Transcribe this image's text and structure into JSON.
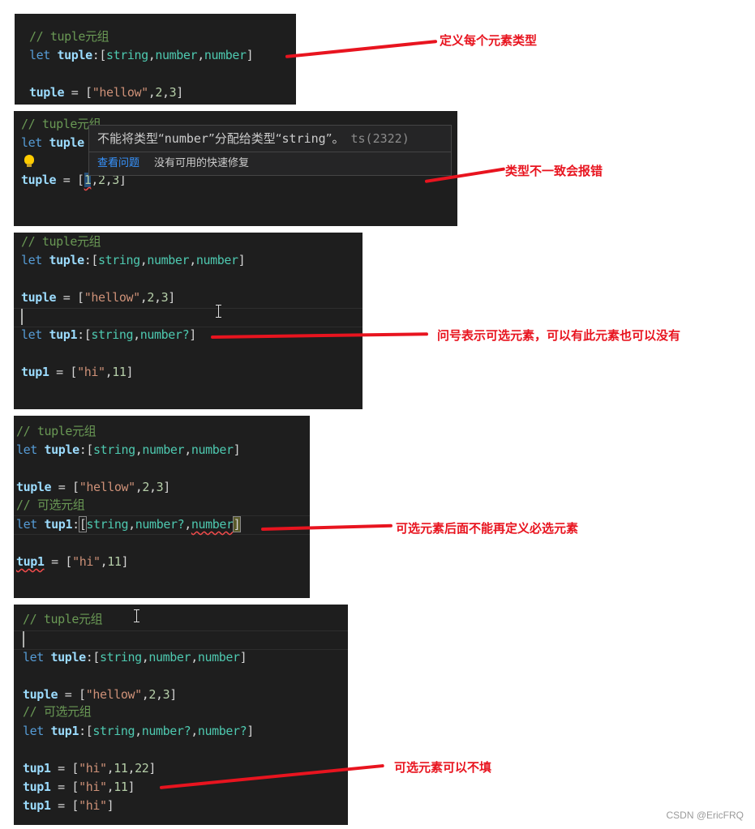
{
  "panels": [
    {
      "lines": {
        "l1": {
          "comment": "// tuple元组"
        },
        "l2": {
          "kw": "let",
          "name": "tuple",
          "colon": ":[",
          "t1": "string",
          "c1": ",",
          "t2": "number",
          "c2": ",",
          "t3": "number",
          "end": "]"
        },
        "l3": {
          "name": "tuple",
          "eq": " = [",
          "s": "\"hellow\"",
          "c1": ",",
          "n1": "2",
          "c2": ",",
          "n2": "3",
          "end": "]"
        }
      },
      "note": "定义每个元素类型"
    },
    {
      "lines": {
        "l1": {
          "comment": "// tuple元组"
        },
        "l2": {
          "kw": "let",
          "name": "tuple"
        },
        "l3": {
          "name": "tuple",
          "eq": " = [",
          "n0": "1",
          "c1": ",",
          "n1": "2",
          "c2": ",",
          "n2": "3",
          "end": "]"
        }
      },
      "hover": {
        "message_pre": "不能将类型“",
        "message_type1": "number",
        "message_mid": "”分配给类型“",
        "message_type2": "string",
        "message_post": "”。",
        "code": "ts(2322)",
        "view_problem": "查看问题",
        "no_fix": "没有可用的快速修复"
      },
      "note": "类型不一致会报错"
    },
    {
      "lines": {
        "l1": {
          "comment": "// tuple元组"
        },
        "l2": {
          "kw": "let",
          "name": "tuple",
          "colon": ":[",
          "t1": "string",
          "c1": ",",
          "t2": "number",
          "c2": ",",
          "t3": "number",
          "end": "]"
        },
        "l3": {
          "name": "tuple",
          "eq": " = [",
          "s": "\"hellow\"",
          "c1": ",",
          "n1": "2",
          "c2": ",",
          "n2": "3",
          "end": "]"
        },
        "l5": {
          "kw": "let",
          "name": "tup1",
          "colon": ":[",
          "t1": "string",
          "c1": ",",
          "t2": "number?",
          "end": "]"
        },
        "l7": {
          "name": "tup1",
          "eq": " = [",
          "s": "\"hi\"",
          "c1": ",",
          "n1": "11",
          "end": "]"
        }
      },
      "note": "问号表示可选元素，可以有此元素也可以没有"
    },
    {
      "lines": {
        "l1": {
          "comment": "// tuple元组"
        },
        "l2": {
          "kw": "let",
          "name": "tuple",
          "colon": ":[",
          "t1": "string",
          "c1": ",",
          "t2": "number",
          "c2": ",",
          "t3": "number",
          "end": "]"
        },
        "l3": {
          "name": "tuple",
          "eq": " = [",
          "s": "\"hellow\"",
          "c1": ",",
          "n1": "2",
          "c2": ",",
          "n2": "3",
          "end": "]"
        },
        "l4": {
          "comment": "// 可选元组"
        },
        "l5": {
          "kw": "let",
          "name": "tup1",
          "colon": ":",
          "open": "[",
          "t1": "string",
          "c1": ",",
          "t2": "number?",
          "c2": ",",
          "t3": "number",
          "end": "]"
        },
        "l7": {
          "name": "tup1",
          "eq": " = [",
          "s": "\"hi\"",
          "c1": ",",
          "n1": "11",
          "end": "]"
        }
      },
      "note": "可选元素后面不能再定义必选元素"
    },
    {
      "lines": {
        "l1": {
          "comment": "// tuple元组"
        },
        "l3": {
          "kw": "let",
          "name": "tuple",
          "colon": ":[",
          "t1": "string",
          "c1": ",",
          "t2": "number",
          "c2": ",",
          "t3": "number",
          "end": "]"
        },
        "l5": {
          "name": "tuple",
          "eq": " = [",
          "s": "\"hellow\"",
          "c1": ",",
          "n1": "2",
          "c2": ",",
          "n2": "3",
          "end": "]"
        },
        "l6": {
          "comment": "// 可选元组"
        },
        "l7": {
          "kw": "let",
          "name": "tup1",
          "colon": ":[",
          "t1": "string",
          "c1": ",",
          "t2": "number?",
          "c2": ",",
          "t3": "number?",
          "end": "]"
        },
        "l9": {
          "name": "tup1",
          "eq": " = [",
          "s": "\"hi\"",
          "c1": ",",
          "n1": "11",
          "c2": ",",
          "n2": "22",
          "end": "]"
        },
        "l10": {
          "name": "tup1",
          "eq": " = [",
          "s": "\"hi\"",
          "c1": ",",
          "n1": "11",
          "end": "]"
        },
        "l11": {
          "name": "tup1",
          "eq": " = [",
          "s": "\"hi\"",
          "end": "]"
        }
      },
      "note": "可选元素可以不填"
    }
  ],
  "colors": {
    "editor_bg": "#1e1e1e",
    "annotation_red": "#e8141f",
    "comment": "#6a9955",
    "keyword": "#569cd6",
    "type": "#4ec9b0",
    "string": "#ce9178",
    "number": "#b5cea8",
    "variable": "#9cdcfe"
  },
  "watermark": "CSDN @EricFRQ"
}
